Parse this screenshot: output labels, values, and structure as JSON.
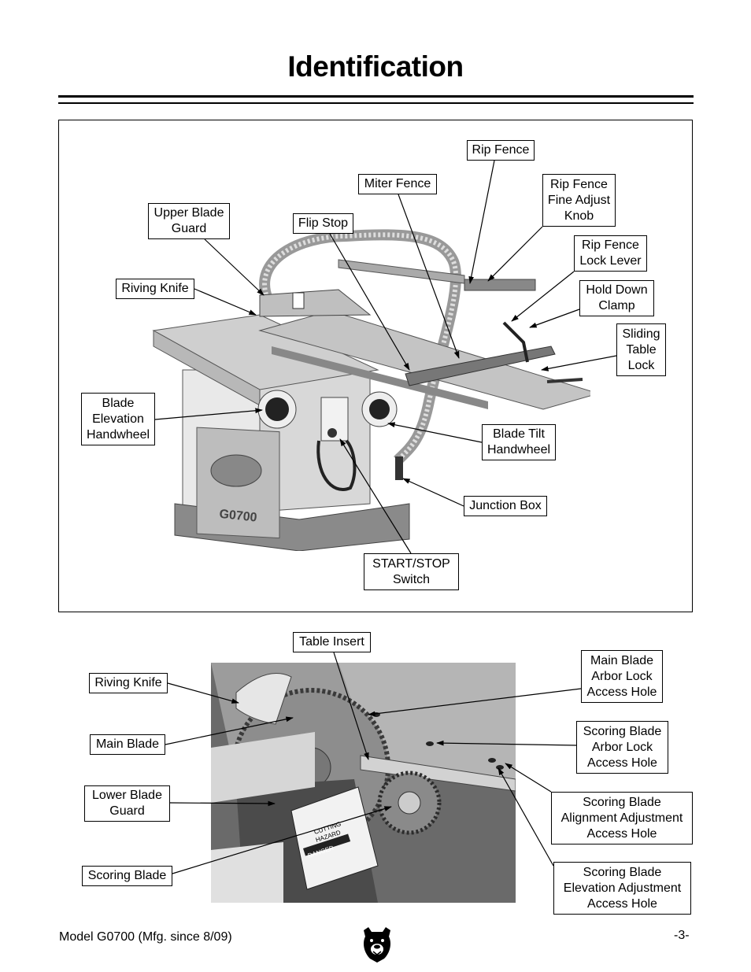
{
  "page": {
    "title": "Identification",
    "footer_model": "Model G0700 (Mfg. since 8/09)",
    "page_number": "-3-"
  },
  "figure1": {
    "machine_plate": "G0700",
    "labels": {
      "rip_fence": "Rip Fence",
      "miter_fence": "Miter Fence",
      "rip_fence_fine_adjust_knob": "Rip Fence\nFine Adjust\nKnob",
      "upper_blade_guard": "Upper Blade\nGuard",
      "flip_stop": "Flip Stop",
      "rip_fence_lock_lever": "Rip Fence\nLock Lever",
      "riving_knife": "Riving Knife",
      "hold_down_clamp": "Hold Down\nClamp",
      "sliding_table_lock": "Sliding\nTable\nLock",
      "blade_elevation_handwheel": "Blade\nElevation\nHandwheel",
      "blade_tilt_handwheel": "Blade Tilt\nHandwheel",
      "junction_box": "Junction Box",
      "start_stop_switch": "START/STOP\nSwitch"
    }
  },
  "figure2": {
    "labels": {
      "table_insert": "Table Insert",
      "main_blade_arbor_lock": "Main Blade\nArbor Lock\nAccess Hole",
      "riving_knife": "Riving Knife",
      "scoring_blade_arbor_lock": "Scoring Blade\nArbor Lock\nAccess Hole",
      "main_blade": "Main Blade",
      "lower_blade_guard": "Lower Blade\nGuard",
      "scoring_blade_alignment": "Scoring Blade\nAlignment Adjustment\nAccess Hole",
      "scoring_blade": "Scoring Blade",
      "scoring_blade_elevation": "Scoring Blade\nElevation Adjustment\nAccess Hole"
    },
    "sticker_text": [
      "CUTTING",
      "HAZARD",
      "DANGER"
    ]
  },
  "icons": [
    "bear-logo-icon"
  ]
}
